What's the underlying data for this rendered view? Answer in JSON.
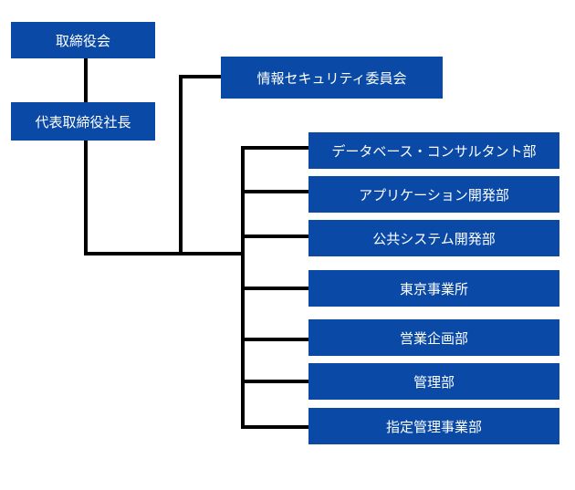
{
  "org": {
    "board": "取締役会",
    "president": "代表取締役社長",
    "security_committee": "情報セキュリティ委員会",
    "departments": [
      "データベース・コンサルタント部",
      "アプリケーション開発部",
      "公共システム開発部",
      "東京事業所",
      "営業企画部",
      "管理部",
      "指定管理事業部"
    ]
  },
  "colors": {
    "box": "#0a4aa6",
    "text": "#ffffff",
    "line": "#000000"
  }
}
